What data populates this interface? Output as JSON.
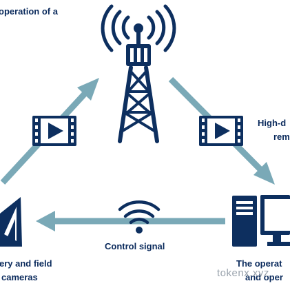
{
  "labels": {
    "top_left": "operation of a",
    "top_right_line1": "High-d",
    "top_right_line2": "rem",
    "control_signal": "Control signal",
    "bottom_left_line1": "ery and field",
    "bottom_left_line2": "cameras",
    "bottom_right_line1": "The operat",
    "bottom_right_line2": "and oper"
  },
  "watermark": "tokenx.xyz",
  "colors": {
    "navy": "#0d2f5f",
    "arrow": "#7aa9b7",
    "text": "#0a2a5c",
    "watermark": "#9aa3ad"
  },
  "icons": [
    "radio-tower-icon",
    "video-icon",
    "video-icon",
    "wifi-icon",
    "desktop-computer-icon",
    "drone-icon"
  ]
}
